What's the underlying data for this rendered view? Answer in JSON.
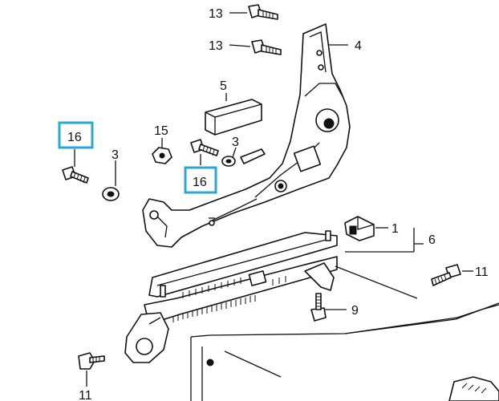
{
  "diagram": {
    "callouts": [
      {
        "id": "c13a",
        "label": "13"
      },
      {
        "id": "c13b",
        "label": "13"
      },
      {
        "id": "c4",
        "label": "4"
      },
      {
        "id": "c5",
        "label": "5"
      },
      {
        "id": "c15",
        "label": "15"
      },
      {
        "id": "c3a",
        "label": "3"
      },
      {
        "id": "c3b",
        "label": "3"
      },
      {
        "id": "c16a",
        "label": "16",
        "highlighted": true
      },
      {
        "id": "c16b",
        "label": "16",
        "highlighted": true
      },
      {
        "id": "c1",
        "label": "1"
      },
      {
        "id": "c6",
        "label": "6"
      },
      {
        "id": "c11a",
        "label": "11"
      },
      {
        "id": "c11b",
        "label": "11"
      },
      {
        "id": "c9",
        "label": "9"
      }
    ],
    "highlight_color": "#29a8d6",
    "line_color": "#111111"
  }
}
